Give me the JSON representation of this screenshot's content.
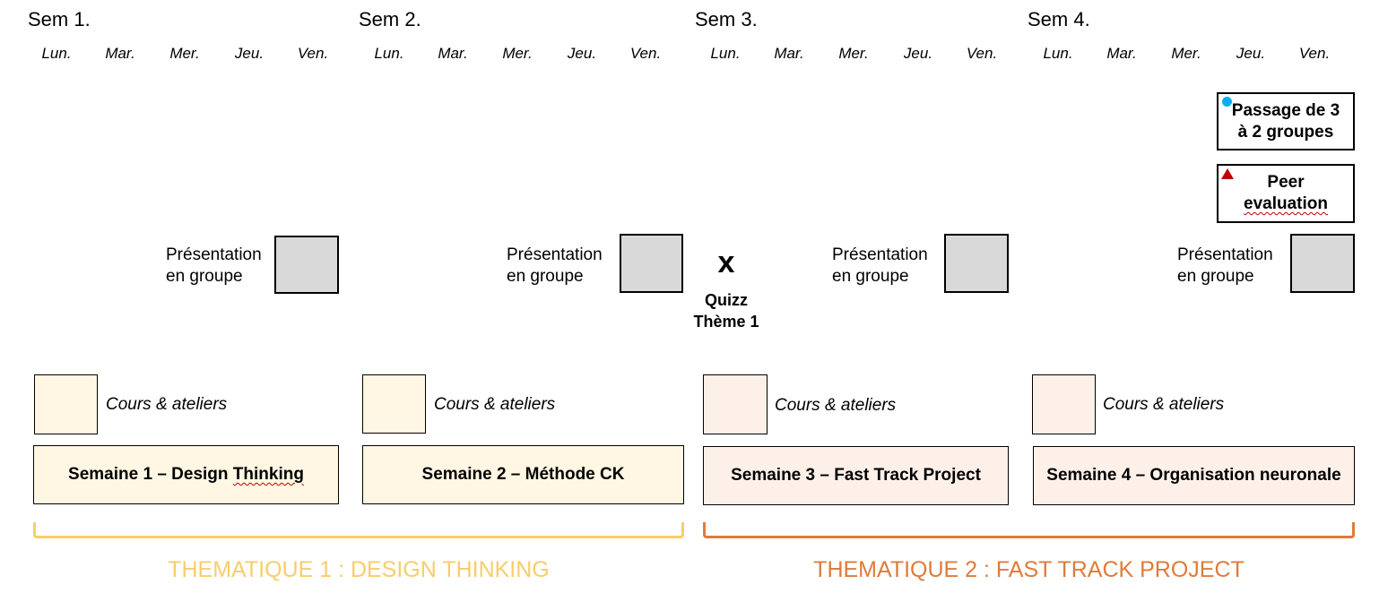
{
  "weeks": [
    {
      "label": "Sem 1.",
      "days": [
        "Lun.",
        "Mar.",
        "Mer.",
        "Jeu.",
        "Ven."
      ]
    },
    {
      "label": "Sem 2.",
      "days": [
        "Lun.",
        "Mar.",
        "Mer.",
        "Jeu.",
        "Ven."
      ]
    },
    {
      "label": "Sem 3.",
      "days": [
        "Lun.",
        "Mar.",
        "Mer.",
        "Jeu.",
        "Ven."
      ]
    },
    {
      "label": "Sem 4.",
      "days": [
        "Lun.",
        "Mar.",
        "Mer.",
        "Jeu.",
        "Ven."
      ]
    }
  ],
  "presentation": {
    "line1": "Présentation",
    "line2": "en groupe"
  },
  "quiz": {
    "mark": "x",
    "line1": "Quizz",
    "line2": "Thème 1"
  },
  "notes": {
    "passage": {
      "line1": "Passage de 3",
      "line2": "à 2 groupes"
    },
    "peer": {
      "line1": "Peer",
      "line2": "evaluation"
    }
  },
  "cours_label": "Cours & ateliers",
  "week_boxes": {
    "w1_prefix": "Semaine 1 – Design ",
    "w1_suffix": "Thinking",
    "w2": "Semaine 2 – Méthode CK",
    "w3": "Semaine 3 – Fast Track Project",
    "w4": "Semaine 4 – Organisation neuronale"
  },
  "themes": {
    "t1": "THEMATIQUE 1 : DESIGN THINKING",
    "t2": "THEMATIQUE 2 : FAST TRACK PROJECT"
  },
  "colors": {
    "theme1": "#f8cd6a",
    "theme2": "#e07b39",
    "cours_fill_1": "#fff7e3",
    "cours_fill_2": "#fdf0e9",
    "presentation_fill": "#d9d9d9",
    "blue_dot": "#00b0f0",
    "red_triangle": "#c00000"
  },
  "icons": {
    "passage_marker": "circle-dot-icon",
    "peer_marker": "triangle-icon"
  }
}
